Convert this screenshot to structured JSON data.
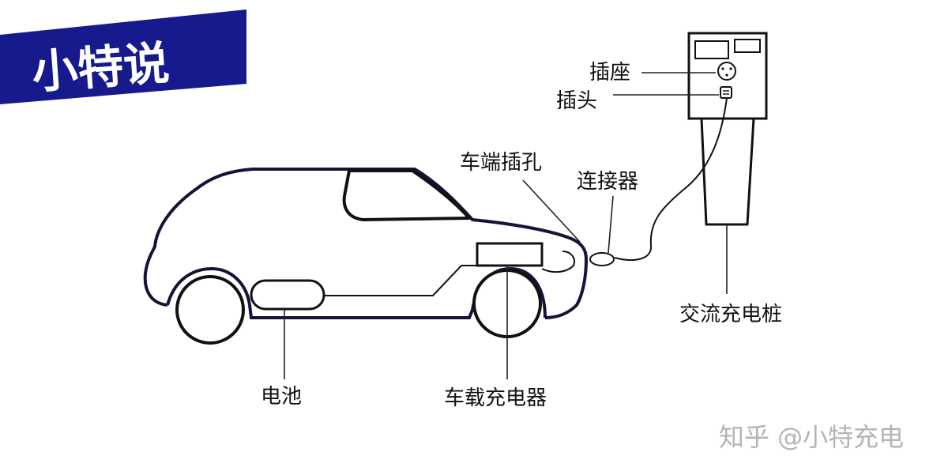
{
  "brand": {
    "text": "小特说",
    "banner_color": "#161a8c"
  },
  "labels": {
    "socket": "插座",
    "plug": "插头",
    "car_port": "车端插孔",
    "connector": "连接器",
    "ac_charger": "交流充电桩",
    "battery": "电池",
    "onboard_charger": "车载充电器"
  },
  "watermark": "知乎 @小特充电",
  "colors": {
    "line": "#111111",
    "car_outline": "#14143a",
    "watermark": "#b4b4b4"
  }
}
